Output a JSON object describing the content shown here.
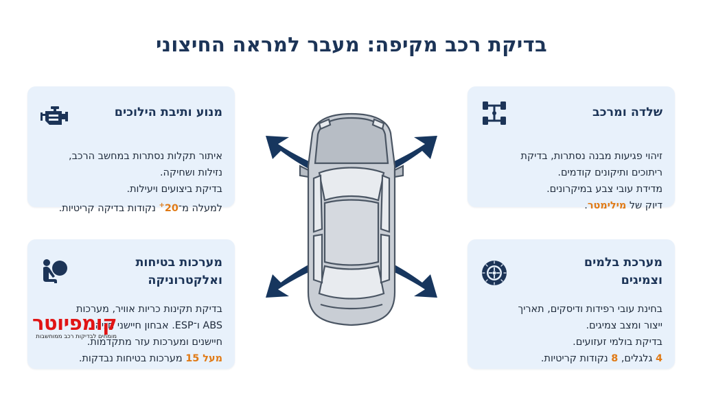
{
  "title": "בדיקת רכב מקיפה: מעבר למראה החיצוני",
  "cards": {
    "chassis": {
      "title": "שלדה ומרכב",
      "icon": "chassis-icon",
      "lines": [
        "זיהוי פגיעות מבנה נסתרות, בדיקת",
        "ריתוכים ותיקונים קודמים.",
        "מדידת עובי צבע במיקרונים."
      ],
      "precision_prefix": "דיוק של ",
      "precision_value": "מילימטר",
      "precision_suffix": "."
    },
    "engine": {
      "title": "מנוע ותיבת הילוכים",
      "icon": "engine-icon",
      "lines": [
        "איתור תקלות נסתרות במחשב הרכב,",
        "נזילות ושחיקה.",
        "בדיקת ביצועים ויעילות."
      ],
      "points_prefix": "למעלה מ־",
      "points_value": "20",
      "points_plus": "+",
      "points_suffix": " נקודות בדיקה קריטיות."
    },
    "brakes": {
      "title_line1": "מערכת בלמים",
      "title_line2": "וצמיגים",
      "icon": "tire-icon",
      "lines": [
        "בחינת עובי רפידות ודיסקים, תאריך",
        "ייצור ומצב צמיגים.",
        "בדיקת בולמי זעזועים."
      ],
      "wheels_value": "4",
      "wheels_label": " גלגלים, ",
      "points_value": "8",
      "points_suffix": " נקודות קריטיות."
    },
    "safety": {
      "title_line1": "מערכות בטיחות",
      "title_line2": "ואלקטרוניקה",
      "icon": "airbag-icon",
      "lines": [
        "בדיקת תקינות כריות אוויר, מערכות",
        "ABS ו־ESP. אבחון חיישני חניה,",
        "חיישנים ומערכות עזר מתקדמות."
      ],
      "systems_prefix": "מעל ",
      "systems_value": "15",
      "systems_suffix": " מערכות בטיחות נבדקות."
    }
  },
  "logo": {
    "name": "קומפיוטר",
    "tagline": "מומחים לבדיקות רכב ממוחשבות"
  },
  "colors": {
    "title": "#1c3457",
    "card_bg": "#e8f1fb",
    "highlight": "#e07a16",
    "arrow": "#17365e",
    "logo": "#e01414"
  }
}
